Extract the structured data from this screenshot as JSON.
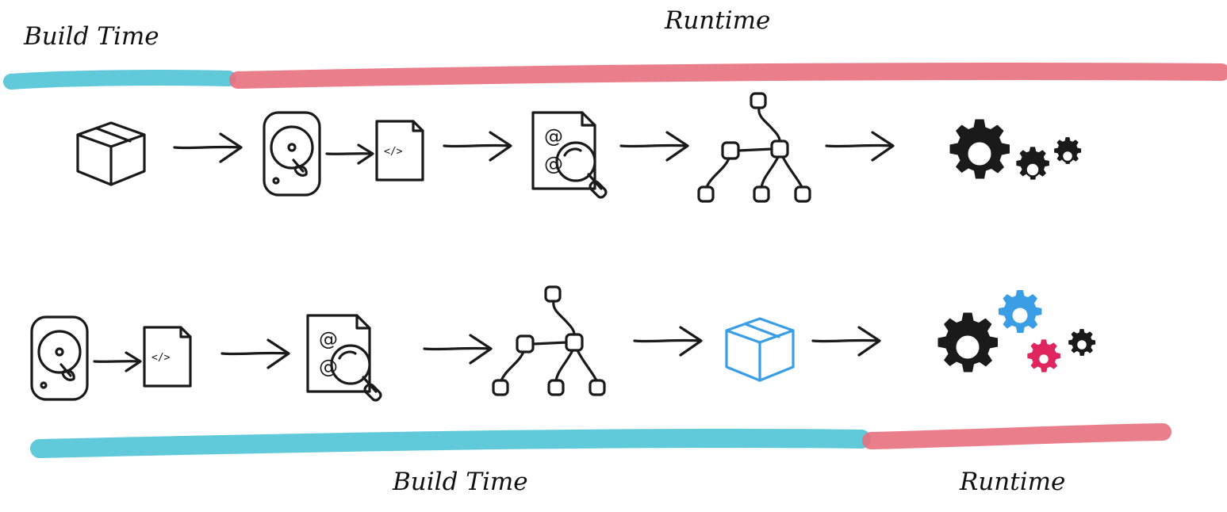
{
  "labels": {
    "top_build": "Build Time",
    "top_runtime": "Runtime",
    "bottom_build": "Build Time",
    "bottom_runtime": "Runtime"
  },
  "icons": {
    "file_code": "</>",
    "address_symbol": "@"
  },
  "flows": [
    {
      "id": "jvm-flow",
      "steps": [
        "box-icon",
        "arrow-icon",
        "hard-disk-icon",
        "arrow-icon",
        "code-file-icon",
        "arrow-icon",
        "annotation-scan-icon",
        "arrow-icon",
        "dependency-tree-icon",
        "arrow-icon",
        "gears-icon"
      ]
    },
    {
      "id": "build-time-flow",
      "steps": [
        "hard-disk-icon",
        "arrow-icon",
        "code-file-icon",
        "arrow-icon",
        "annotation-scan-icon",
        "arrow-icon",
        "dependency-tree-icon",
        "arrow-icon",
        "box-icon",
        "arrow-icon",
        "gears-icon"
      ]
    }
  ],
  "colors": {
    "build_time": "#4fc3d6",
    "runtime": "#e8707d",
    "highlight_box": "#3a9ee6",
    "highlight_gear_blue": "#3a9ee6",
    "highlight_gear_pink": "#e0245e",
    "ink": "#1a1a1a"
  }
}
